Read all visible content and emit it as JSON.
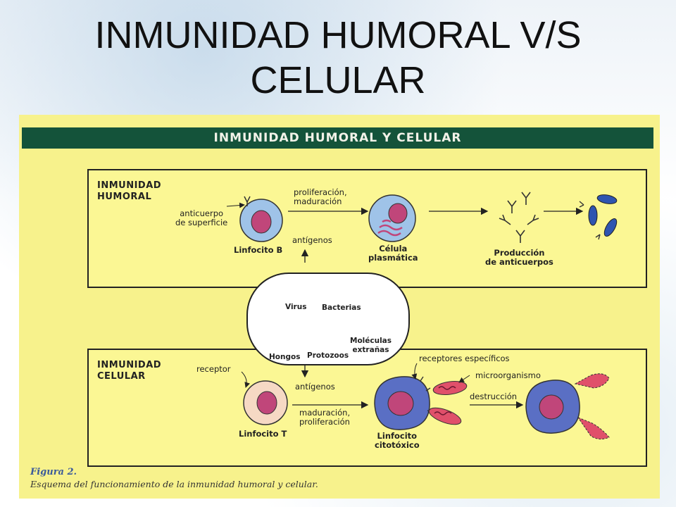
{
  "slide": {
    "title_line1": "INMUNIDAD HUMORAL V/S",
    "title_line2": "CELULAR"
  },
  "figure": {
    "banner": "INMUNIDAD HUMORAL Y CELULAR",
    "humoral": {
      "title_line1": "INMUNIDAD",
      "title_line2": "HUMORAL",
      "anticuerpo_line1": "anticuerpo",
      "anticuerpo_line2": "de superficie",
      "prolif_line1": "proliferación,",
      "prolif_line2": "maduración",
      "antigenos": "antígenos",
      "linfocito_b": "Linfocito B",
      "celula_line1": "Célula",
      "celula_line2": "plasmática",
      "produccion_line1": "Producción",
      "produccion_line2": "de anticuerpos"
    },
    "pathogens": {
      "virus": "Virus",
      "bacterias": "Bacterias",
      "hongos": "Hongos",
      "protozoos": "Protozoos",
      "moleculas_line1": "Moléculas",
      "moleculas_line2": "extrañas"
    },
    "celular": {
      "title_line1": "INMUNIDAD",
      "title_line2": "CELULAR",
      "receptor": "receptor",
      "antigenos": "antígenos",
      "madur_line1": "maduración,",
      "madur_line2": "proliferación",
      "linfocito_t": "Linfocito T",
      "receptores": "receptores específicos",
      "microorganismo": "microorganismo",
      "destruccion": "destrucción",
      "citotoxico_line1": "Linfocito",
      "citotoxico_line2": "citotóxico"
    },
    "caption_head": "Figura 2.",
    "caption_text": "Esquema del funcionamiento de la inmunidad humoral y celular."
  },
  "colors": {
    "banner_bg": "#14533a",
    "figure_bg": "#f7f28c",
    "b_cell_membrane": "#9fc3e8",
    "nucleus": "#c0467a",
    "t_cell": "#f6d9c4",
    "cytotoxic": "#5a6fc4",
    "microbe": "#e0506a"
  }
}
